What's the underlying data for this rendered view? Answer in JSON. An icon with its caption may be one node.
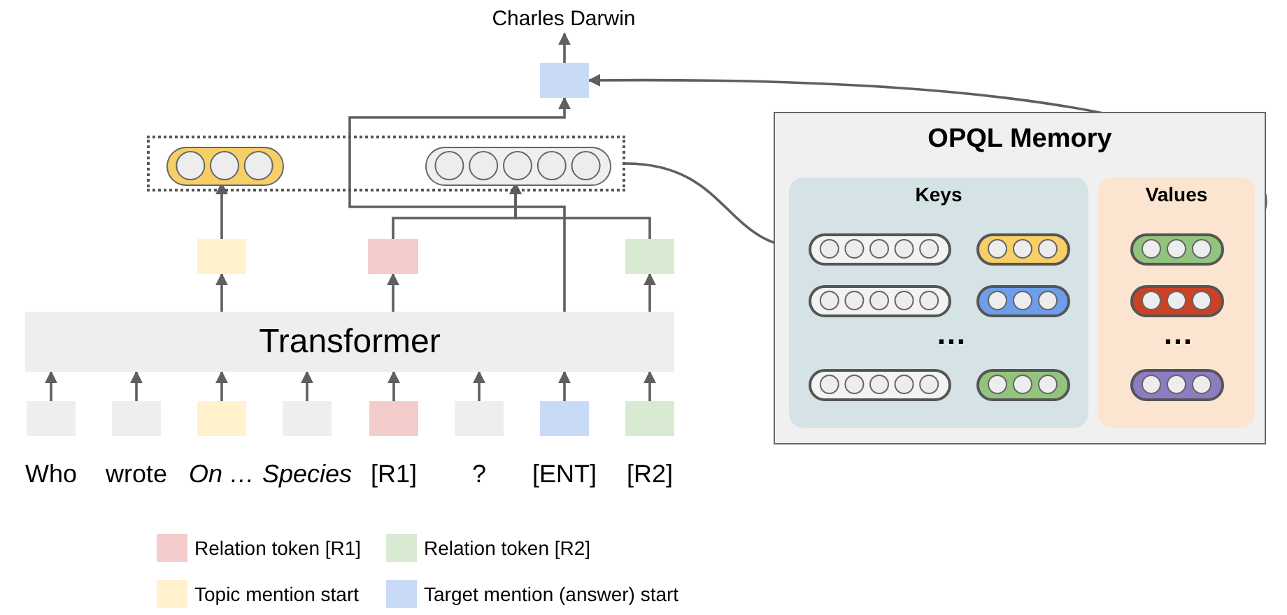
{
  "diagram": {
    "nodes": [
      {
        "text": [
          "Charles Darwin"
        ]
      },
      {
        "text": [],
        "shape": "box"
      },
      {
        "text": [],
        "shape": "box"
      },
      {
        "text": [],
        "shape": "bar",
        "in": 2
      },
      {
        "text": [],
        "shape": "bar",
        "in": 2
      },
      {
        "text": [],
        "shape": "box"
      },
      {
        "text": [],
        "shape": "box"
      },
      {
        "text": [],
        "shape": "box"
      },
      {
        "text": [
          "Transformer"
        ]
      },
      {
        "text": [],
        "shape": "box",
        "beside": [
          "Who"
        ]
      },
      {
        "text": [],
        "shape": "box",
        "beside": [
          "wrote"
        ]
      },
      {
        "text": [],
        "shape": "box",
        "beside": [
          "On …"
        ]
      },
      {
        "text": [],
        "shape": "box",
        "beside": [
          "Species"
        ]
      },
      {
        "text": [],
        "shape": "box",
        "beside": [
          "[R1]"
        ]
      },
      {
        "text": [],
        "shape": "box",
        "beside": [
          "?"
        ]
      },
      {
        "text": [],
        "shape": "box",
        "beside": [
          "[ENT]"
        ]
      },
      {
        "text": [],
        "shape": "box",
        "beside": [
          "[R2]"
        ]
      },
      {
        "text": [
          "OPQL Memory"
        ]
      },
      {
        "text": [
          "Keys"
        ],
        "in": 17
      },
      {
        "text": [
          "Values"
        ],
        "in": 17
      },
      {
        "text": [],
        "shape": "bar",
        "in": 18
      },
      {
        "text": [],
        "shape": "bar",
        "in": 18
      },
      {
        "text": [],
        "shape": "bar",
        "in": 18
      },
      {
        "text": [],
        "shape": "bar",
        "in": 18
      },
      {
        "text": [],
        "shape": "bar",
        "in": 18
      },
      {
        "text": [],
        "shape": "bar",
        "in": 18
      },
      {
        "text": [],
        "shape": "bar",
        "in": 19
      },
      {
        "text": [],
        "shape": "bar",
        "in": 19
      },
      {
        "text": [],
        "shape": "bar",
        "in": 19
      }
    ],
    "edges": [
      {
        "from": 9,
        "to": 8,
        "arrow": "to"
      },
      {
        "from": 10,
        "to": 8,
        "arrow": "to"
      },
      {
        "from": 11,
        "to": 8,
        "arrow": "to"
      },
      {
        "from": 12,
        "to": 8,
        "arrow": "to"
      },
      {
        "from": 13,
        "to": 8,
        "arrow": "to"
      },
      {
        "from": 14,
        "to": 8,
        "arrow": "to"
      },
      {
        "from": 15,
        "to": 8,
        "arrow": "to"
      },
      {
        "from": 16,
        "to": 8,
        "arrow": "to"
      },
      {
        "from": 8,
        "to": 5,
        "arrow": "to"
      },
      {
        "from": 8,
        "to": 6,
        "arrow": "to"
      },
      {
        "from": 8,
        "to": 1,
        "arrow": "to"
      },
      {
        "from": 8,
        "to": 7,
        "arrow": "to"
      },
      {
        "from": 5,
        "to": 3,
        "arrow": "to"
      },
      {
        "from": 6,
        "to": 4,
        "arrow": "to"
      },
      {
        "from": 7,
        "to": 4,
        "arrow": "to"
      },
      {
        "from": 1,
        "to": 0,
        "arrow": "to"
      },
      {
        "from": 2,
        "to": 20,
        "arrow": "to"
      },
      {
        "from": 26,
        "to": 1,
        "arrow": "to"
      }
    ],
    "labels": [
      "…",
      "…"
    ],
    "legend": [
      {
        "text": "Relation token [R1]",
        "color": "#f4cccc"
      },
      {
        "text": "Relation token [R2]",
        "color": "#d9ead3"
      },
      {
        "text": "Topic mention start",
        "color": "#fff2cc"
      },
      {
        "text": "Target mention (answer) start",
        "color": "#c9daf8"
      }
    ]
  }
}
